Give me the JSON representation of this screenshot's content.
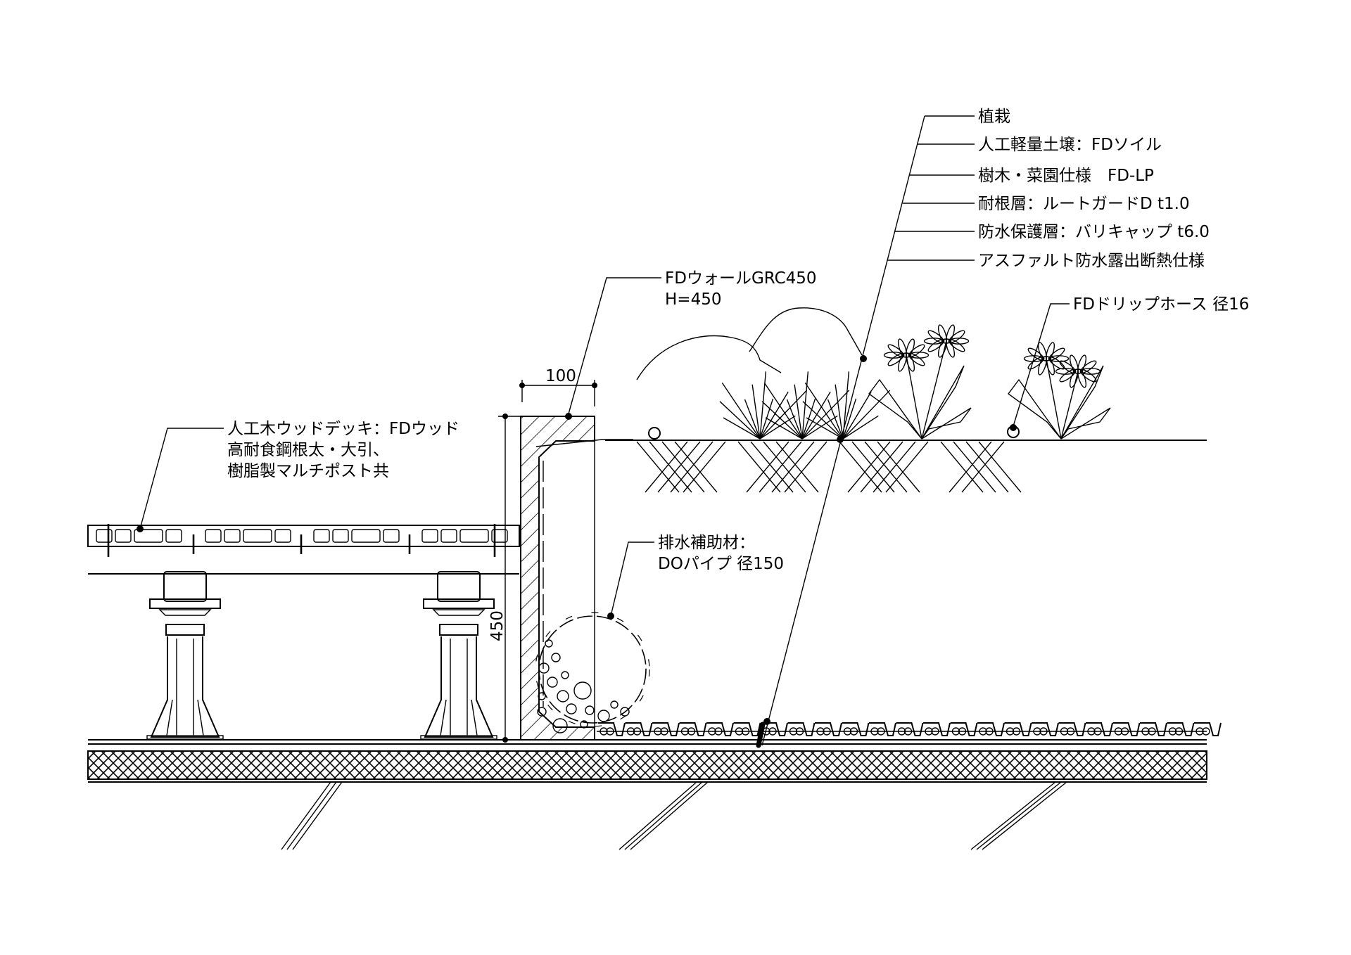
{
  "drawing": {
    "type": "roof-garden-section-detail",
    "colors": {
      "line": "#000000",
      "background": "#ffffff"
    }
  },
  "labels": {
    "planting_stack": [
      "植栽",
      "人工軽量土壌：FDソイル",
      "樹木・菜園仕様　FD-LP",
      "耐根層：ルートガードD t1.0",
      "防水保護層：バリキャップ t6.0",
      "アスファルト防水露出断熱仕様"
    ],
    "drip_hose": "FDドリップホース 径16",
    "wall": {
      "line1": "FDウォールGRC450",
      "line2": "H=450"
    },
    "deck": {
      "line1": "人工木ウッドデッキ：FDウッド",
      "line2": "高耐食鋼根太・大引、",
      "line3": "樹脂製マルチポスト共"
    },
    "drain": {
      "line1": "排水補助材：",
      "line2": "DOパイプ 径150"
    }
  },
  "dimensions": {
    "wall_width": "100",
    "wall_height": "450"
  }
}
